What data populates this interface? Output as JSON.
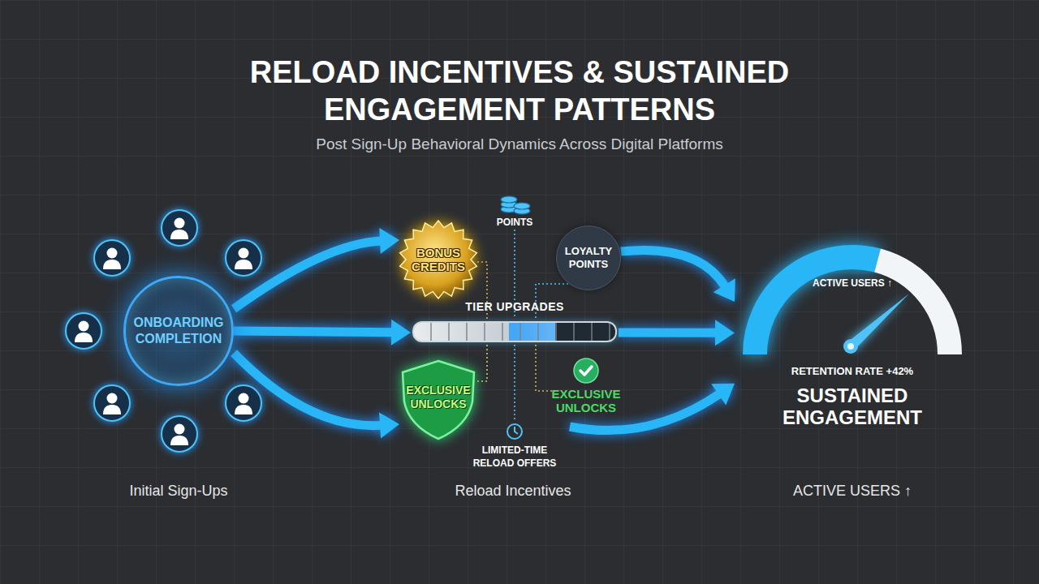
{
  "diagram": {
    "title": "RELOAD INCENTIVES & SUSTAINED ENGAGEMENT PATTERNS",
    "nodes": [
      {
        "text": [
          "ONBOARDING COMPLETION"
        ]
      },
      {
        "text": [
          "BONUS CREDITS"
        ]
      },
      {
        "text": [
          "LOYALTY POINTS"
        ]
      },
      {
        "text": [
          "TIER UPGRADES"
        ]
      },
      {
        "text": [
          "EXCLUSIVE UNLOCKS"
        ]
      },
      {
        "text": [
          "EXCLUSIVE UNLOCKS"
        ]
      },
      {
        "text": [
          "ACTIVE USERS ↑",
          "RETENTION RATE +42%",
          "SUSTAINED ENGAGEMENT"
        ]
      }
    ],
    "edges": [
      {
        "from": 0,
        "to": 1,
        "arrow": "to"
      },
      {
        "from": 0,
        "to": 3,
        "arrow": "to"
      },
      {
        "from": 0,
        "to": 4,
        "arrow": "to"
      },
      {
        "from": 2,
        "to": 6,
        "arrow": "to"
      },
      {
        "from": 3,
        "to": 6,
        "arrow": "to"
      },
      {
        "from": 5,
        "to": 6,
        "arrow": "to"
      }
    ],
    "labels": [
      "Post Sign-Up Behavioral Dynamics Across Digital Platforms",
      "POINTS",
      "LIMITED-TIME RELOAD OFFERS",
      "Initial Sign-Ups",
      "Reload Incentives",
      "ACTIVE USERS ↑"
    ]
  }
}
